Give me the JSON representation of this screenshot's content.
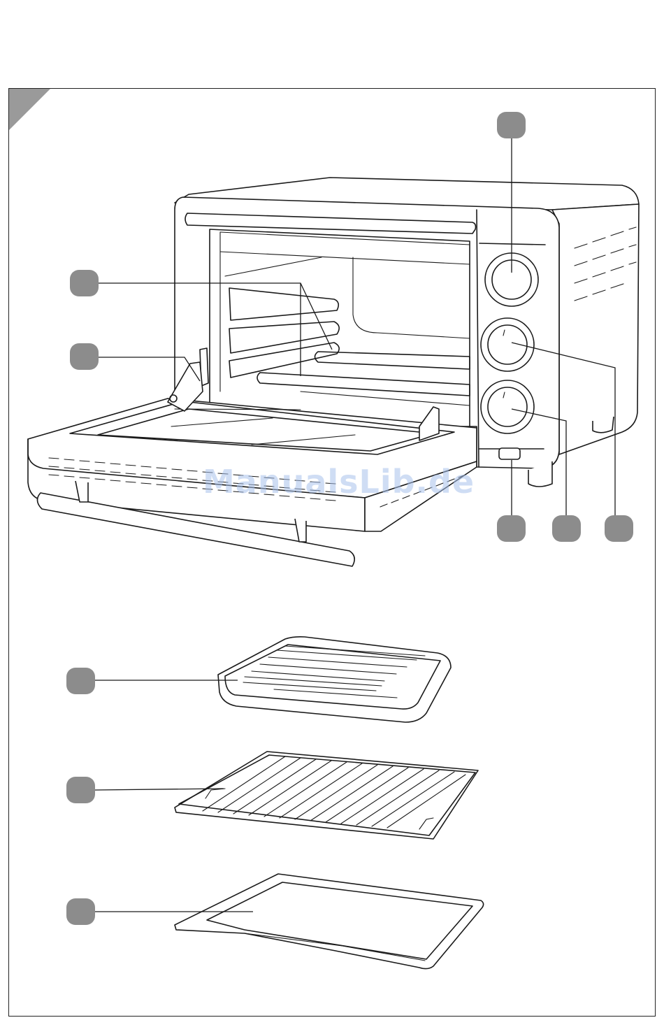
{
  "watermark": {
    "text": "ManualsLib.de",
    "color": "#a9c2ec"
  },
  "colors": {
    "callout": "#8c8c8c",
    "line": "#1a1a1a",
    "background": "#ffffff"
  },
  "callouts": [
    {
      "id": "knob-top-marker",
      "label": ""
    },
    {
      "id": "rails-marker",
      "label": ""
    },
    {
      "id": "door-hinge-marker",
      "label": ""
    },
    {
      "id": "indicator-marker",
      "label": ""
    },
    {
      "id": "knob-bottom-marker",
      "label": ""
    },
    {
      "id": "knob-middle-marker",
      "label": ""
    },
    {
      "id": "grill-pan-marker",
      "label": ""
    },
    {
      "id": "wire-rack-marker",
      "label": ""
    },
    {
      "id": "baking-tray-marker",
      "label": ""
    }
  ]
}
